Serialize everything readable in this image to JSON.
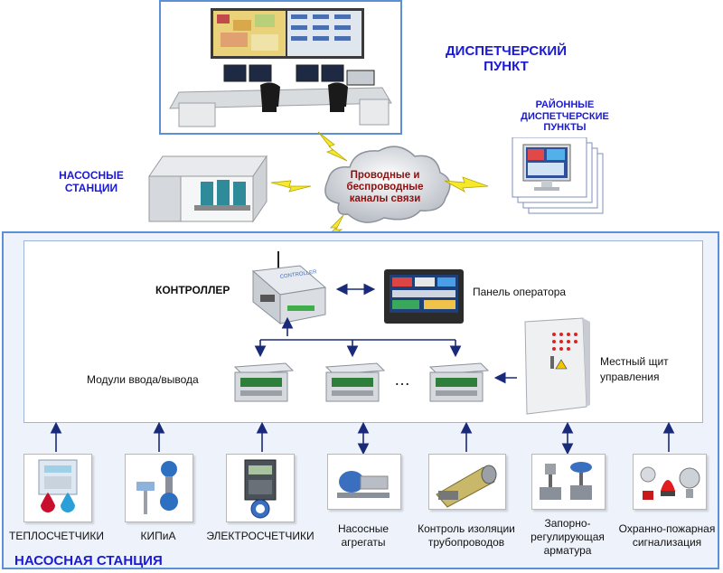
{
  "dispatch": {
    "title_line1": "ДИСПЕТЧЕРСКИЙ",
    "title_line2": "ПУНКТ"
  },
  "regional": {
    "line1": "РАЙОННЫЕ",
    "line2": "ДИСПЕТЧЕРСКИЕ",
    "line3": "ПУНКТЫ"
  },
  "pumps_top": {
    "line1": "НАСОСНЫЕ",
    "line2": "СТАНЦИИ"
  },
  "cloud": {
    "line1": "Проводные и",
    "line2": "беспроводные",
    "line3": "каналы связи"
  },
  "station": {
    "title": "НАСОСНАЯ СТАНЦИЯ"
  },
  "controller": {
    "label": "КОНТРОЛЛЕР"
  },
  "panel": {
    "label": "Панель оператора"
  },
  "io": {
    "label": "Модули ввода/вывода",
    "ellipsis": "…"
  },
  "shield": {
    "line1": "Местный щит",
    "line2": "управления"
  },
  "devices": [
    {
      "line1": "ТЕПЛОСЧЕТЧИКИ",
      "line2": ""
    },
    {
      "line1": "КИПиА",
      "line2": ""
    },
    {
      "line1": "ЭЛЕКТРОСЧЕТЧИКИ",
      "line2": ""
    },
    {
      "line1": "Насосные",
      "line2": "агрегаты"
    },
    {
      "line1": "Контроль изоляции",
      "line2": "трубопроводов"
    },
    {
      "line1": "Запорно-",
      "line2": "регулирующая",
      "line3": "арматура"
    },
    {
      "line1": "Охранно-пожарная",
      "line2": "сигнализация"
    }
  ],
  "colors": {
    "title_blue": "#1a1ad6",
    "frame_blue": "#5b8fd6",
    "arrow_navy": "#1a2a7a",
    "bolt_yellow": "#f5ea2a",
    "cloud_text": "#8b1010",
    "station_bg": "#eef3fb"
  }
}
